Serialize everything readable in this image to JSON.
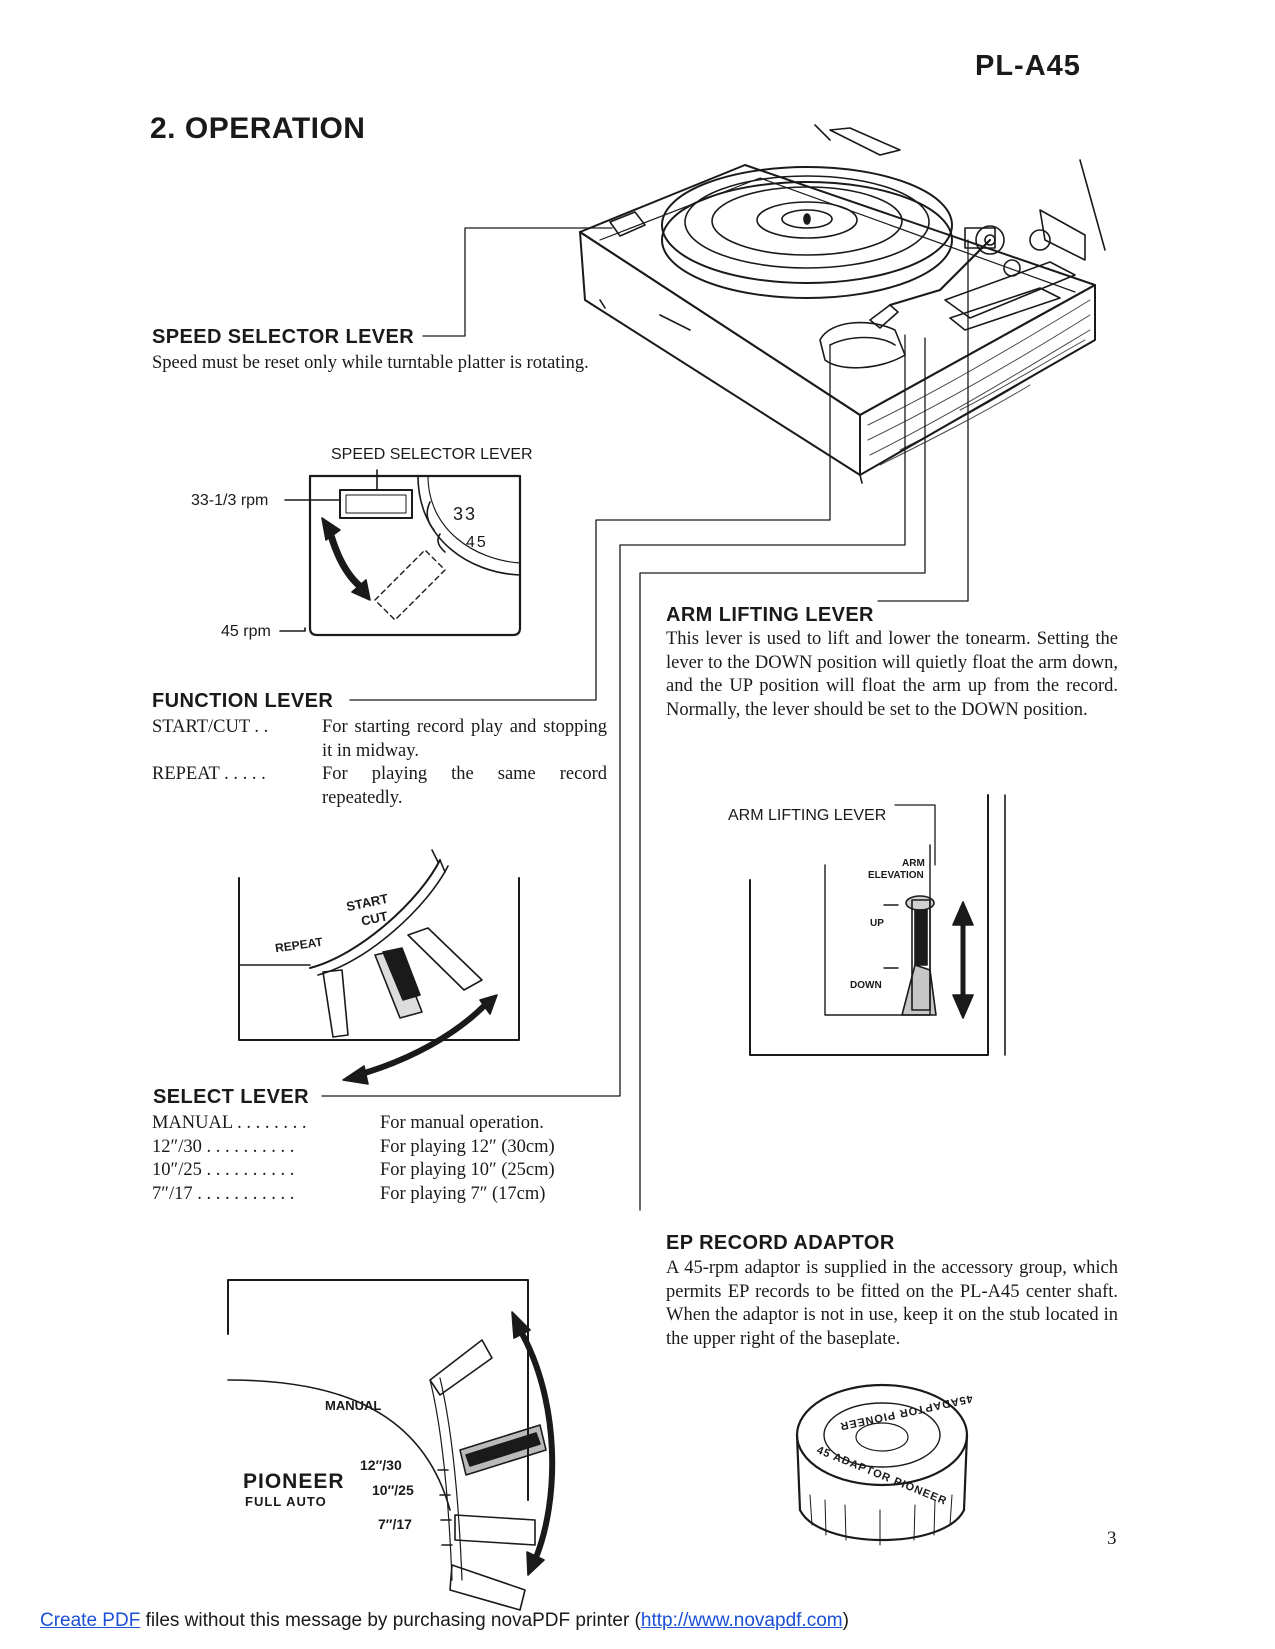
{
  "header": {
    "model": "PL-A45",
    "section_title": "2.  OPERATION"
  },
  "speed_selector": {
    "heading": "SPEED SELECTOR LEVER",
    "text": "Speed must be reset only while turntable platter is rotating.",
    "figure": {
      "title": "SPEED SELECTOR LEVER",
      "label_33": "33-1/3 rpm",
      "label_45": "45 rpm",
      "mark_33": "33",
      "mark_45": "45"
    }
  },
  "function_lever": {
    "heading": "FUNCTION LEVER",
    "items": [
      {
        "term": "START/CUT . . ",
        "def": "For starting record play and stopping it in midway."
      },
      {
        "term": "REPEAT . . . . . ",
        "def": "For playing the same record repeatedly."
      }
    ],
    "figure": {
      "label_start": "START",
      "label_cut": "CUT",
      "label_repeat": "REPEAT"
    }
  },
  "select_lever": {
    "heading": "SELECT LEVER",
    "items": [
      {
        "term": "MANUAL . . . . . . . .",
        "def": "For manual operation."
      },
      {
        "term": "12″/30 . . . . . . . . . .",
        "def": "For playing 12″ (30cm)"
      },
      {
        "term": "10″/25 . . . . . . . . . .",
        "def": "For playing 10″ (25cm)"
      },
      {
        "term": "7″/17 . . . . . . . . . . .",
        "def": "For playing 7″  (17cm)"
      }
    ],
    "figure": {
      "label_manual": "MANUAL",
      "label_12": "12″/30",
      "label_10": "10″/25",
      "label_7": "7″/17",
      "brand": "PIONEER",
      "brand_sub": "FULL AUTO"
    }
  },
  "arm_lifting": {
    "heading": "ARM LIFTING LEVER",
    "text": "This lever is used to lift and lower the tonearm. Setting the lever to the DOWN position will quietly float the arm down, and the UP position will float the arm up from the record. Normally, the lever should be set to the DOWN position.",
    "figure": {
      "title": "ARM LIFTING LEVER",
      "label_arm": "ARM",
      "label_elevation": "ELEVATION",
      "label_up": "UP",
      "label_down": "DOWN"
    }
  },
  "ep_adaptor": {
    "heading": "EP RECORD ADAPTOR",
    "text": "A 45-rpm adaptor is supplied in the accessory group, which permits EP records to be fitted on the PL-A45 center shaft. When the adaptor is not in use, keep it on the stub located in the upper right of the baseplate.",
    "figure": {
      "ring_text_top": "45ADAPTOR PIONEER",
      "ring_text_bottom": "45 ADAPTOR PIONEER"
    }
  },
  "page_number": "3",
  "footer": {
    "link1": "Create PDF",
    "middle": " files without this message by purchasing novaPDF printer (",
    "link2": "http://www.novapdf.com",
    "end": ")"
  }
}
